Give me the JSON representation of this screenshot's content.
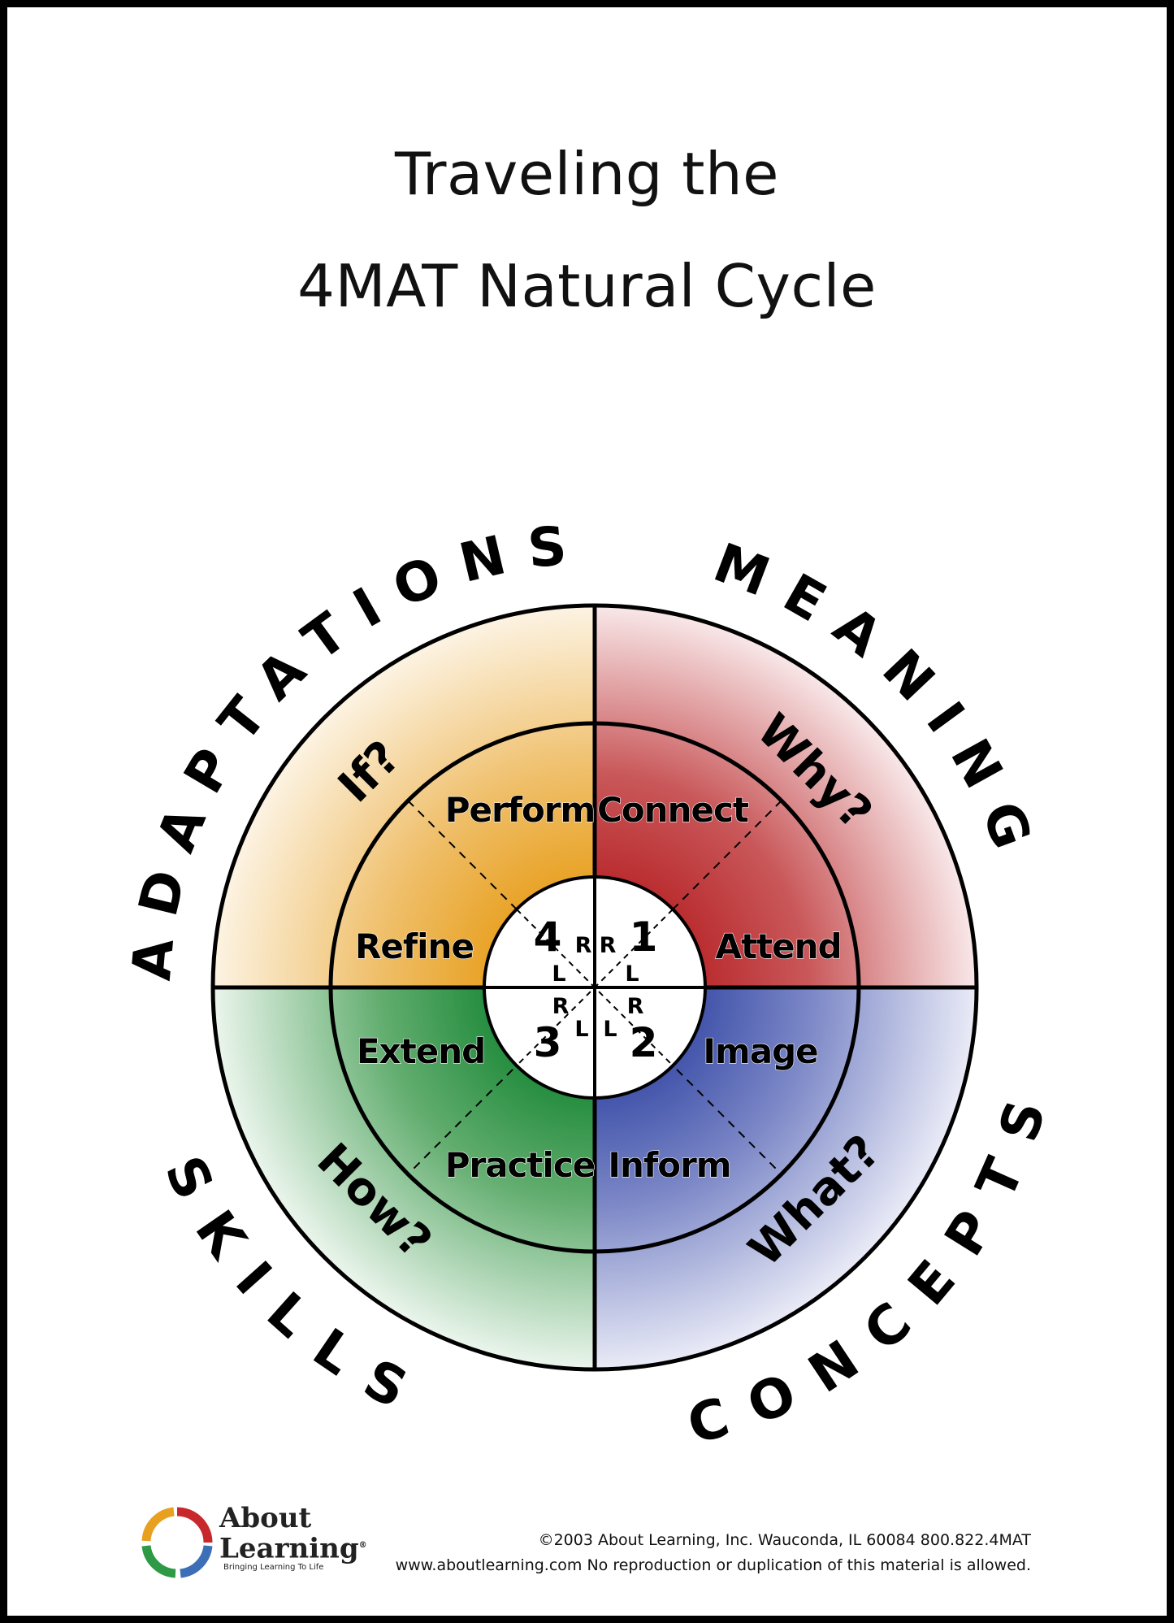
{
  "title": {
    "line1": "Traveling the",
    "line2": "4MAT Natural Cycle"
  },
  "quadrants": {
    "meaning": {
      "word": "MEANING",
      "question": "Why?",
      "color": "#b8282b"
    },
    "concepts": {
      "word": "CONCEPTS",
      "question": "What?",
      "color": "#3d4fa8"
    },
    "skills": {
      "word": "SKILLS",
      "question": "How?",
      "color": "#1f8a3a"
    },
    "adaptations": {
      "word": "ADAPTATIONS",
      "question": "If?",
      "color": "#e8a020"
    }
  },
  "stages": {
    "connect": "Connect",
    "attend": "Attend",
    "image": "Image",
    "inform": "Inform",
    "practice": "Practice",
    "extend": "Extend",
    "refine": "Refine",
    "perform": "Perform"
  },
  "center": {
    "n1": "1",
    "n2": "2",
    "n3": "3",
    "n4": "4",
    "r": "R",
    "l": "L"
  },
  "logo": {
    "name_line1": "About",
    "name_line2": "Learning",
    "registered": "®",
    "tagline": "Bringing Learning To Life"
  },
  "footer": {
    "line1": "©2003 About Learning, Inc.  Wauconda, IL 60084  800.822.4MAT",
    "line2": "www.aboutlearning.com  No reproduction or duplication of this material is allowed."
  }
}
